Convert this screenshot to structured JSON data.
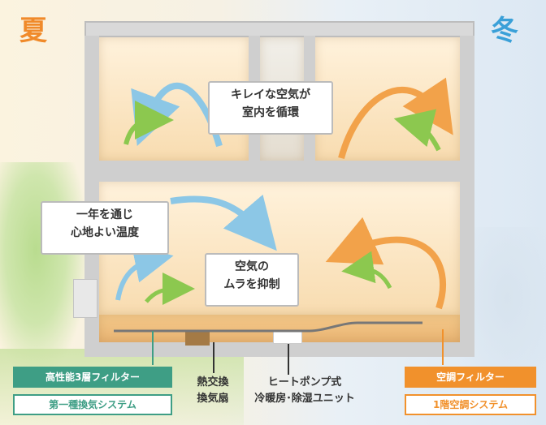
{
  "seasons": {
    "summer": "夏",
    "winter": "冬"
  },
  "callouts": {
    "clean_air": [
      "キレイな空気が",
      "室内を循環"
    ],
    "comfort": [
      "一年を通じ",
      "心地よい温度"
    ],
    "even_air": [
      "空気の",
      "ムラを抑制"
    ]
  },
  "labels": {
    "filter_3layer": "高性能3層フィルター",
    "ventilation_system": "第一種換気システム",
    "heat_exchanger": [
      "熱交換",
      "換気扇"
    ],
    "heat_pump": [
      "ヒートポンプ式",
      "冷暖房･除湿ユニット"
    ],
    "ac_filter": "空調フィルター",
    "ac_system": "1階空調システム"
  },
  "colors": {
    "summer_orange": "#f08a2a",
    "winter_blue": "#3aa0d8",
    "green_accent": "#3e9e85",
    "orange_accent": "#f1912c",
    "airflow_blue": "#8cc7e6",
    "airflow_green": "#8cc84f",
    "airflow_orange": "#f2a24a"
  }
}
